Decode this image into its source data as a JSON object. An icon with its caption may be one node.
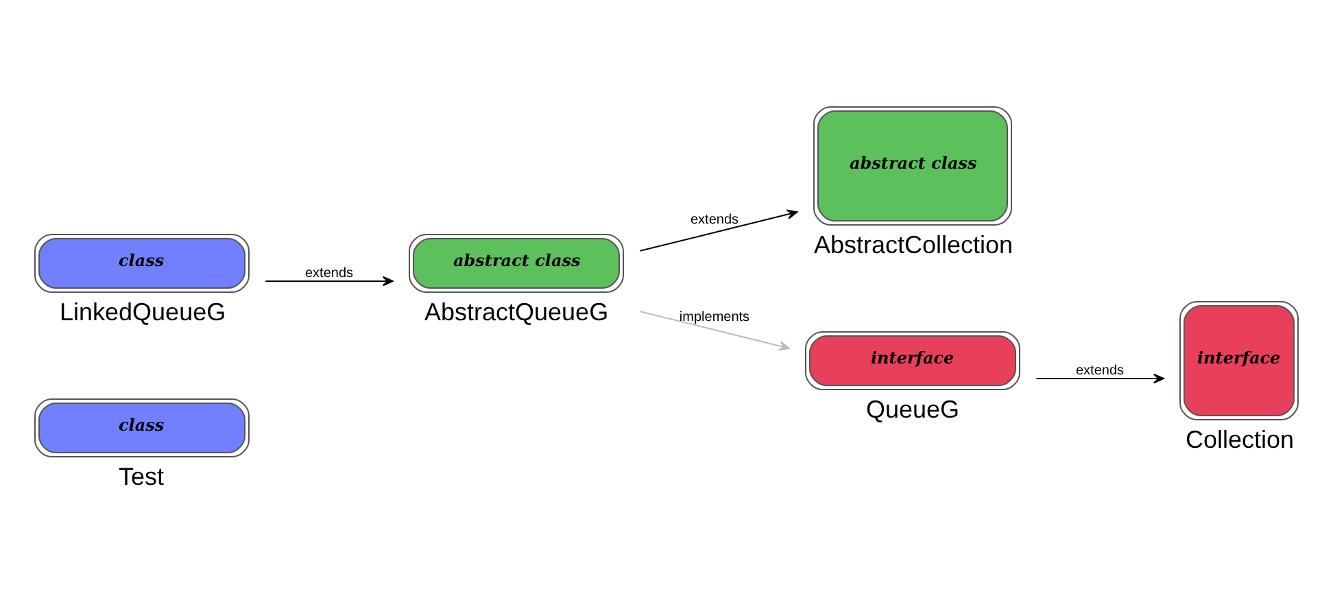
{
  "diagram": {
    "nodes": [
      {
        "text": [
          "class",
          "Test"
        ]
      },
      {
        "text": [
          "abstract class",
          "AbstractCollection"
        ]
      },
      {
        "text": [
          "abstract class",
          "AbstractQueueG"
        ]
      },
      {
        "text": [
          "interface",
          "Collection"
        ]
      },
      {
        "text": [
          "class",
          "LinkedQueueG"
        ]
      },
      {
        "text": [
          "interface",
          "QueueG"
        ]
      }
    ],
    "edges": [
      {
        "from": 4,
        "to": 2,
        "arrow": "to",
        "label": "extends"
      },
      {
        "from": 2,
        "to": 1,
        "arrow": "to",
        "label": "extends"
      },
      {
        "from": 2,
        "to": 5,
        "arrow": "to",
        "label": "implements",
        "color": "#bbbbbb"
      },
      {
        "from": 5,
        "to": 3,
        "arrow": "to",
        "label": "extends"
      }
    ]
  }
}
